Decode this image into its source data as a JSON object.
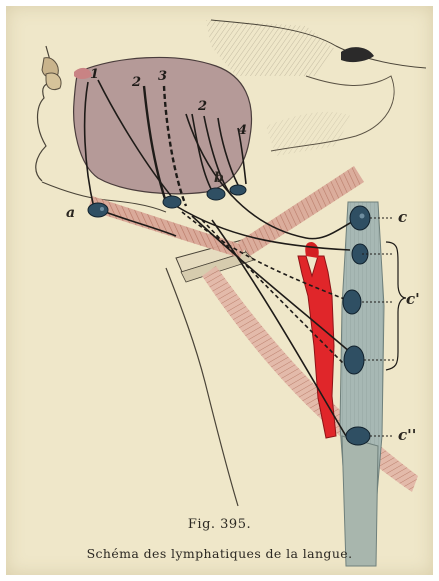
{
  "figure": {
    "caption_number": "Fig. 395.",
    "caption_title": "Schéma des lymphatiques de la langue."
  },
  "labels": {
    "a": "a",
    "b": "b",
    "c": "c",
    "c_prime": "c'",
    "c_double_prime": "c''",
    "n1": "1",
    "n2": "2",
    "n3": "3",
    "n2b": "2",
    "n4": "4"
  },
  "colors": {
    "paper": "#efe7c9",
    "tongue": "#b59a98",
    "vein": "#9fb2b0",
    "artery": "#e0262a",
    "node": "#2f4f63",
    "muscle": "#c98f80",
    "ink": "#1e1b18"
  }
}
